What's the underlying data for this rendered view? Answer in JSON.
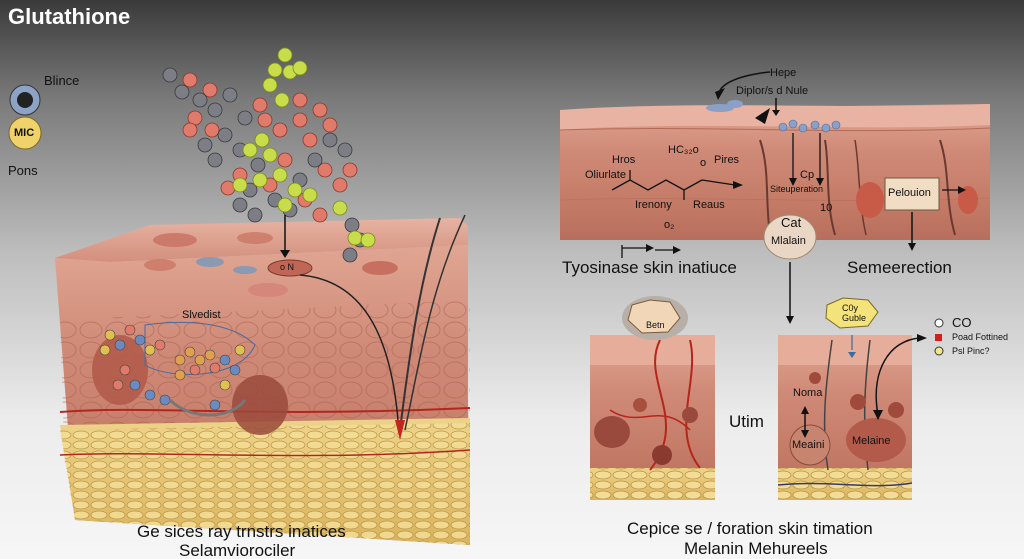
{
  "title": "Glutathione",
  "legend_left": {
    "item1": "Blince",
    "item2_badge": "MIC",
    "item3": "Pons"
  },
  "left_panel": {
    "label_on_skin": "o N",
    "label_inside": "Slvedist",
    "caption_line1": "Ge sices ray trnstrs inatices",
    "caption_line2": "Selamviorociler"
  },
  "right_top": {
    "label_hepe": "Hepe",
    "label_diplor": "Diplor/s d Nule",
    "chem_hros": "Hros",
    "chem_oliurlate": "Oliurlate",
    "chem_formula": "HC₃₂o",
    "chem_o": "o",
    "chem_pires": "Pires",
    "chem_irenony": "Irenony",
    "chem_reaus": "Reaus",
    "chem_o2": "o₂",
    "label_cp": "Cp",
    "label_siteparation": "Siteuperation",
    "label_10": "10",
    "label_cat": "Cat",
    "label_mlalain": "Mlalain",
    "label_pelouion": "Pelouion",
    "caption_left": "Tyosinase skin inatiuce",
    "caption_right": "Semeerection"
  },
  "right_bottom": {
    "badge_left": "Betn",
    "badge_right_line1": "C0y",
    "badge_right_line2": "Guble",
    "label_utim": "Utim",
    "label_noma": "Noma",
    "label_meaini": "Meaini",
    "label_melaine": "Melaine",
    "legend_co": "CO",
    "legend_poad": "Poad Fottined",
    "legend_psl": "Psl Pinc?",
    "caption_line1": "Cepice se / foration skin timation",
    "caption_line2": "Melanin Mehureels"
  },
  "colors": {
    "skin_top": "#d99a8a",
    "skin_mid": "#c98372",
    "fat_layer": "#e7c878",
    "molecule_red": "#e07a6a",
    "molecule_gray": "#7d7d85",
    "molecule_yellow": "#c9dc4a",
    "blood_vessel": "#b3261e"
  }
}
